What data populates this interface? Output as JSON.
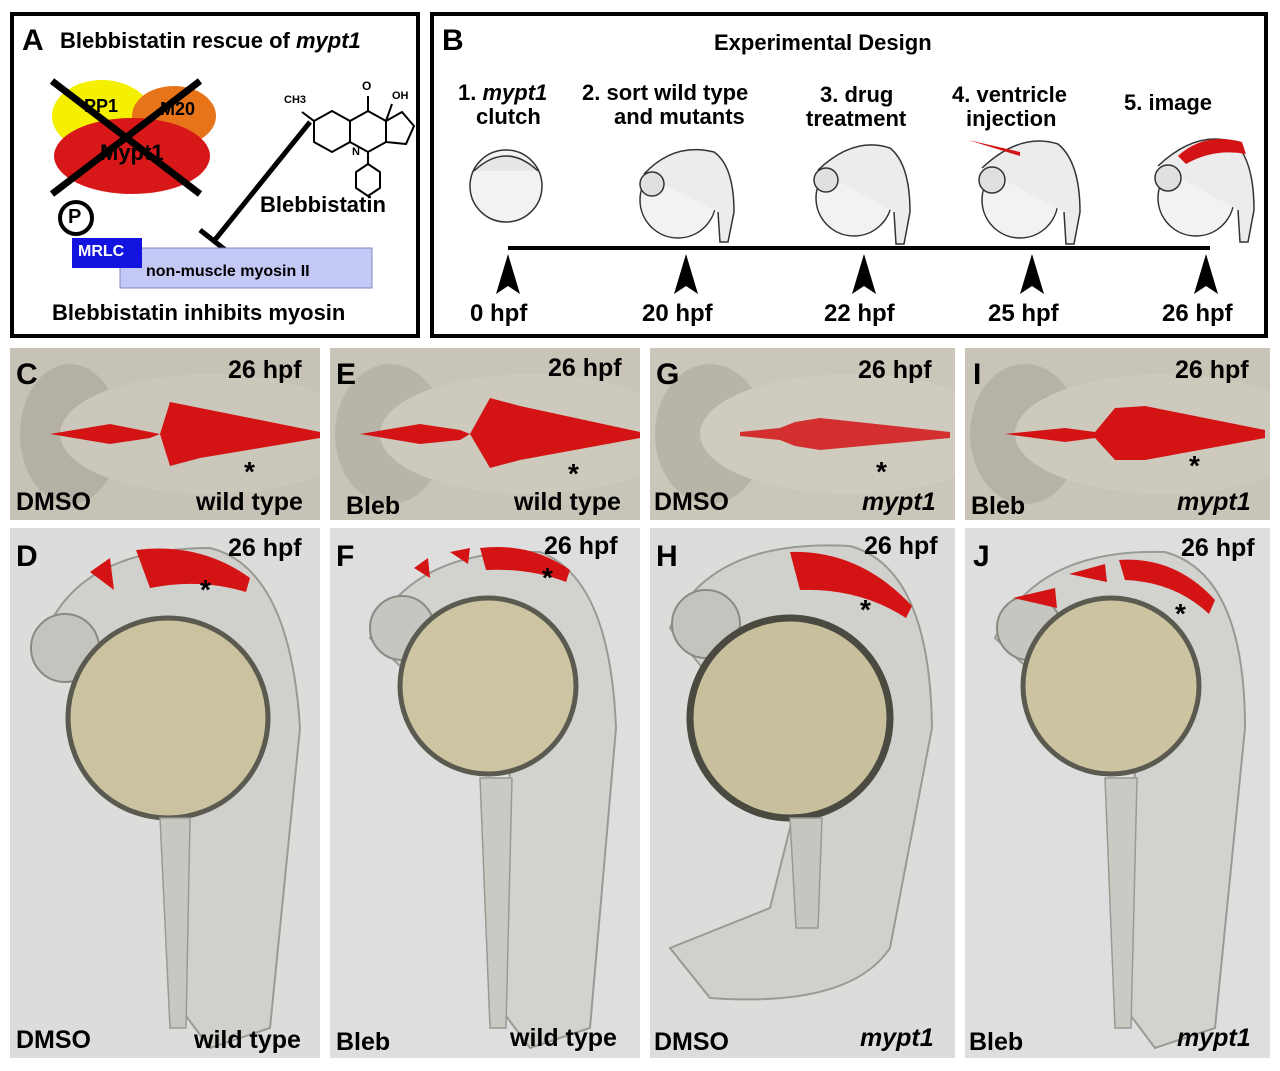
{
  "panelA": {
    "letter": "A",
    "title_prefix": "Blebbistatin rescue of",
    "title_gene": "mypt1",
    "pp1": "PP1",
    "m20": "M20",
    "mypt1": "Mypt1",
    "ch3": "CH3",
    "oh": "OH",
    "o": "O",
    "n": "N",
    "blebbistatin": "Blebbistatin",
    "phospho": "P",
    "mrlc": "MRLC",
    "myosin": "non-muscle myosin II",
    "caption": "Blebbistatin inhibits myosin"
  },
  "panelB": {
    "letter": "B",
    "title": "Experimental Design",
    "steps": [
      {
        "line1_num": "1.",
        "line1_gene": "mypt1",
        "line2": "clutch",
        "time": "0 hpf"
      },
      {
        "line1": "2. sort wild type",
        "line2": "and mutants",
        "time": "20 hpf"
      },
      {
        "line1": "3. drug",
        "line2": "treatment",
        "time": "22 hpf"
      },
      {
        "line1": "4. ventricle",
        "line2": "injection",
        "time": "25 hpf"
      },
      {
        "line1": "5. image",
        "line2": "",
        "time": "26 hpf"
      }
    ]
  },
  "panels": {
    "C": {
      "letter": "C",
      "time": "26 hpf",
      "treatment": "DMSO",
      "genotype": "wild type",
      "asterisk": "*"
    },
    "E": {
      "letter": "E",
      "time": "26 hpf",
      "treatment": "Bleb",
      "genotype": "wild type",
      "asterisk": "*"
    },
    "G": {
      "letter": "G",
      "time": "26 hpf",
      "treatment": "DMSO",
      "genotype": "mypt1",
      "asterisk": "*"
    },
    "I": {
      "letter": "I",
      "time": "26 hpf",
      "treatment": "Bleb",
      "genotype": "mypt1",
      "asterisk": "*"
    },
    "D": {
      "letter": "D",
      "time": "26 hpf",
      "treatment": "DMSO",
      "genotype": "wild type",
      "asterisk": "*"
    },
    "F": {
      "letter": "F",
      "time": "26 hpf",
      "treatment": "Bleb",
      "genotype": "wild type",
      "asterisk": "*"
    },
    "H": {
      "letter": "H",
      "time": "26 hpf",
      "treatment": "DMSO",
      "genotype": "mypt1",
      "asterisk": "*"
    },
    "J": {
      "letter": "J",
      "time": "26 hpf",
      "treatment": "Bleb",
      "genotype": "mypt1",
      "asterisk": "*"
    }
  },
  "colors": {
    "ventricle_red": "#d41414",
    "pp1_yellow": "#f4f000",
    "m20_orange": "#e8741a",
    "mypt1_red": "#d81818",
    "mrlc_blue": "#1414e0",
    "myosin_lavender": "#c4c8f4",
    "photo_bg": "#c8c4b8",
    "yolk": "#cfc6a4"
  }
}
